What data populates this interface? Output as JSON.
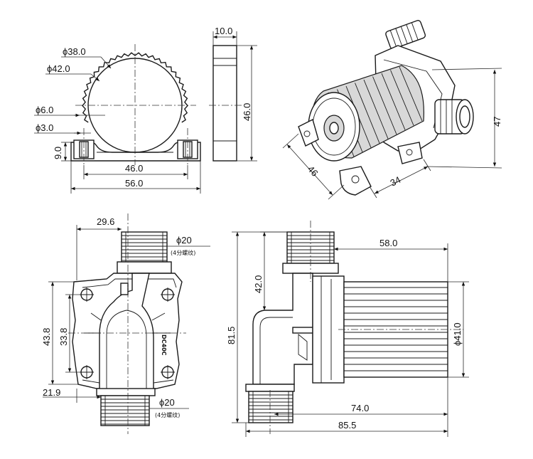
{
  "top_view": {
    "dia_outer": "ϕ38.0",
    "dia_flange": "ϕ42.0",
    "dia_hole_a": "ϕ6.0",
    "dia_hole_b": "ϕ3.0",
    "height_foot": "9.0",
    "hole_spacing": "46.0",
    "width_total": "56.0"
  },
  "side_view": {
    "thickness": "10.0",
    "height": "46.0"
  },
  "iso_view": {
    "dim_47": "47",
    "dim_46": "46",
    "dim_34": "34"
  },
  "front_view": {
    "offset": "29.6",
    "port_top": "ϕ20",
    "thread_top": "(4分螺纹)",
    "height_outer": "43.8",
    "height_inner": "33.8",
    "offset_bottom": "21.9",
    "port_bottom": "ϕ20",
    "thread_bottom": "(4分螺纹)",
    "model_stamp": "DC40C"
  },
  "right_view": {
    "motor_len": "58.0",
    "port_height": "42.0",
    "total_height": "81.5",
    "motor_dia": "ϕ41.0",
    "body_len": "74.0",
    "total_len": "85.5"
  }
}
